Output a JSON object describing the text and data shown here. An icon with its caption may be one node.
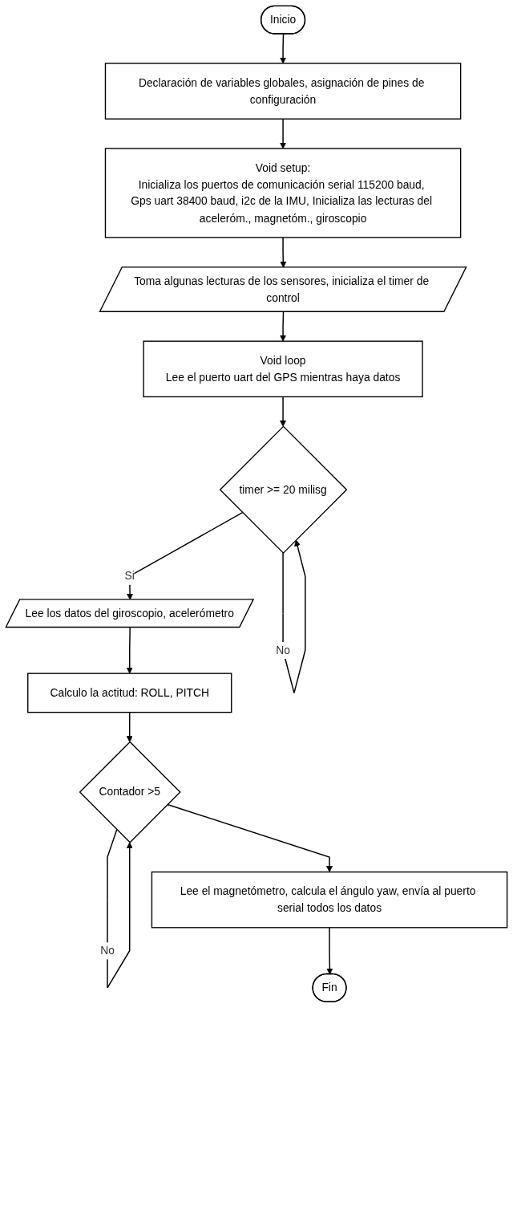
{
  "diagram": {
    "nodes": [
      {
        "text": [
          "Inicio"
        ]
      },
      {
        "text": [
          "Declaración de variables globales, asignación de pines de configuración"
        ]
      },
      {
        "text": [
          "Void setup:",
          "Inicializa los puertos de comunicación serial 115200 baud, Gps uart 38400 baud, i2c de la IMU, Inicializa las lecturas del aceleróm., magnetóm., giroscopio"
        ]
      },
      {
        "text": [
          "Toma algunas lecturas de los sensores, inicializa el timer de control"
        ]
      },
      {
        "text": [
          "Void loop",
          "Lee el puerto uart del GPS mientras haya datos"
        ]
      },
      {
        "text": [
          "timer >= 20 milisg"
        ]
      },
      {
        "text": [
          "Lee los datos del giroscopio, acelerómetro"
        ]
      },
      {
        "text": [
          "Calculo la actitud: ROLL, PITCH"
        ]
      },
      {
        "text": [
          "Contador >5"
        ]
      },
      {
        "text": [
          "Lee el magnetómetro, calcula el ángulo yaw, envía al puerto serial todos los datos"
        ]
      },
      {
        "text": [
          "Fin"
        ]
      }
    ],
    "edges": [
      {
        "from": 0,
        "to": 1,
        "arrow": "to"
      },
      {
        "from": 1,
        "to": 2,
        "arrow": "to"
      },
      {
        "from": 2,
        "to": 3,
        "arrow": "to"
      },
      {
        "from": 3,
        "to": 4,
        "arrow": "to"
      },
      {
        "from": 4,
        "to": 5,
        "arrow": "to"
      },
      {
        "from": 5,
        "to": 5,
        "label": "No",
        "arrow": "to"
      },
      {
        "from": 5,
        "to": 6,
        "label": "Si",
        "arrow": "to"
      },
      {
        "from": 6,
        "to": 7,
        "arrow": "to"
      },
      {
        "from": 7,
        "to": 8,
        "arrow": "to"
      },
      {
        "from": 8,
        "to": 8,
        "label": "No",
        "arrow": "to"
      },
      {
        "from": 8,
        "to": 9,
        "arrow": "to"
      },
      {
        "from": 9,
        "to": 10,
        "arrow": "to"
      }
    ]
  }
}
